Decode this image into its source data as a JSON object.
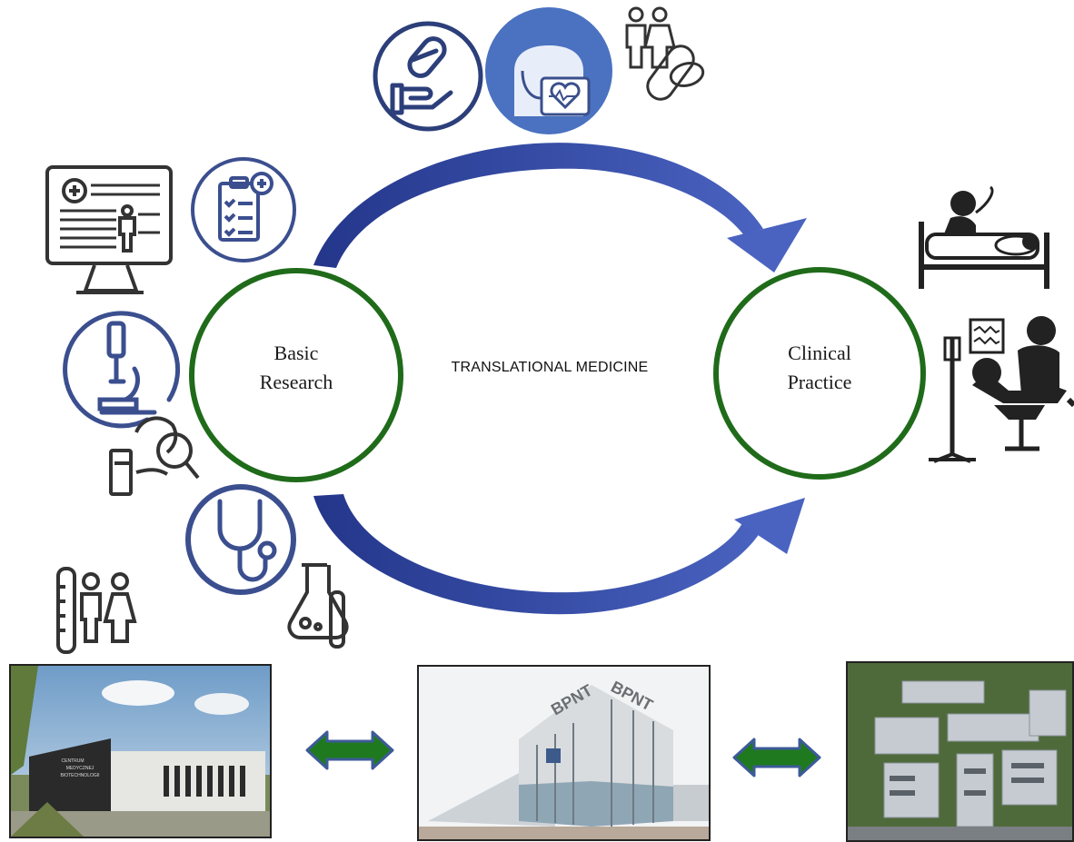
{
  "center_label": "TRANSLATIONAL MEDICINE",
  "nodes": {
    "basic": "Basic\nResearch",
    "clinical": "Clinical\nPractice"
  },
  "sign_text": [
    "CENTRUM",
    "MEDYCZNEJ",
    "BIOTECHNOLOGII"
  ],
  "building_sign": "BPNT",
  "colors": {
    "circle_green": "#1f6b1a",
    "arrow_navy": "#2c3f94",
    "icon_navy": "#3b4f8f",
    "double_arrow_green": "#1f7a1f",
    "double_arrow_blue": "#3d5a99",
    "highlight_blue": "#4a72c0"
  },
  "icons": [
    "pill-hand-icon",
    "doctor-heart-monitor-icon",
    "people-pills-icon",
    "medical-record-monitor-icon",
    "clipboard-icon",
    "microscope-icon",
    "sample-search-icon",
    "stethoscope-icon",
    "flask-test-tube-icon",
    "test-tube-people-icon",
    "patient-bed-icon",
    "patient-chair-iv-icon"
  ]
}
